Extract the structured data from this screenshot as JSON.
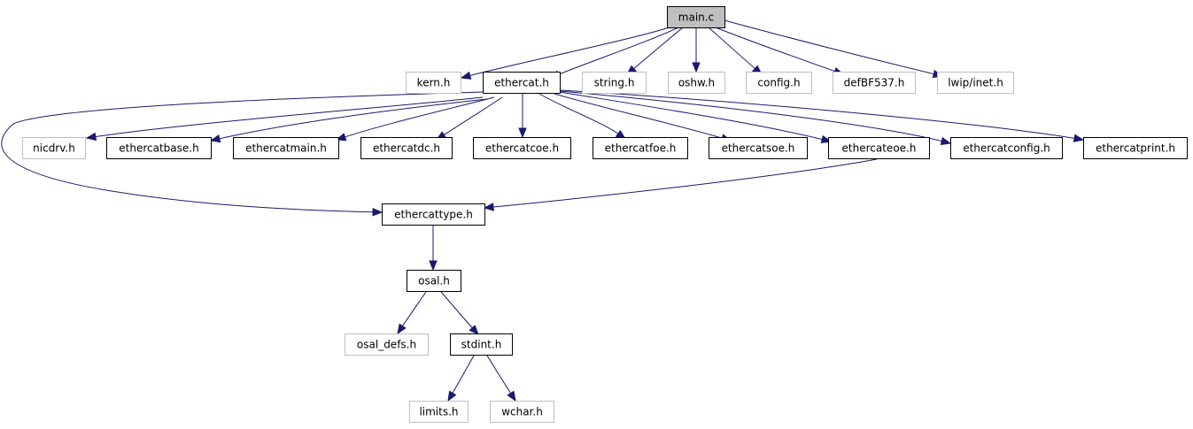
{
  "diagram": {
    "edge_color": "#191970",
    "root_fill": "#bfbfbf",
    "documented_border": "#000000",
    "external_border": "#bfbfbf",
    "nodes": [
      {
        "id": "main",
        "label": "main.c",
        "kind": "root"
      },
      {
        "id": "kern",
        "label": "kern.h",
        "kind": "external"
      },
      {
        "id": "ecat",
        "label": "ethercat.h",
        "kind": "documented"
      },
      {
        "id": "str",
        "label": "string.h",
        "kind": "external"
      },
      {
        "id": "oshw",
        "label": "oshw.h",
        "kind": "external"
      },
      {
        "id": "cfg",
        "label": "config.h",
        "kind": "external"
      },
      {
        "id": "bf",
        "label": "defBF537.h",
        "kind": "external"
      },
      {
        "id": "inet",
        "label": "lwip/inet.h",
        "kind": "external"
      },
      {
        "id": "nic",
        "label": "nicdrv.h",
        "kind": "external"
      },
      {
        "id": "base",
        "label": "ethercatbase.h",
        "kind": "documented"
      },
      {
        "id": "emain",
        "label": "ethercatmain.h",
        "kind": "documented"
      },
      {
        "id": "dc",
        "label": "ethercatdc.h",
        "kind": "documented"
      },
      {
        "id": "coe",
        "label": "ethercatcoe.h",
        "kind": "documented"
      },
      {
        "id": "foe",
        "label": "ethercatfoe.h",
        "kind": "documented"
      },
      {
        "id": "soe",
        "label": "ethercatsoe.h",
        "kind": "documented"
      },
      {
        "id": "eoe",
        "label": "ethercateoe.h",
        "kind": "documented"
      },
      {
        "id": "conf",
        "label": "ethercatconfig.h",
        "kind": "documented"
      },
      {
        "id": "print",
        "label": "ethercatprint.h",
        "kind": "documented"
      },
      {
        "id": "type",
        "label": "ethercattype.h",
        "kind": "documented"
      },
      {
        "id": "osal",
        "label": "osal.h",
        "kind": "documented"
      },
      {
        "id": "odefs",
        "label": "osal_defs.h",
        "kind": "external"
      },
      {
        "id": "stdint",
        "label": "stdint.h",
        "kind": "documented"
      },
      {
        "id": "lim",
        "label": "limits.h",
        "kind": "external"
      },
      {
        "id": "wchar",
        "label": "wchar.h",
        "kind": "external"
      }
    ],
    "edges": [
      {
        "from": "main",
        "to": "kern"
      },
      {
        "from": "main",
        "to": "ecat"
      },
      {
        "from": "main",
        "to": "str"
      },
      {
        "from": "main",
        "to": "oshw"
      },
      {
        "from": "main",
        "to": "cfg"
      },
      {
        "from": "main",
        "to": "bf"
      },
      {
        "from": "main",
        "to": "inet"
      },
      {
        "from": "ecat",
        "to": "nic"
      },
      {
        "from": "ecat",
        "to": "base"
      },
      {
        "from": "ecat",
        "to": "emain"
      },
      {
        "from": "ecat",
        "to": "dc"
      },
      {
        "from": "ecat",
        "to": "coe"
      },
      {
        "from": "ecat",
        "to": "foe"
      },
      {
        "from": "ecat",
        "to": "soe"
      },
      {
        "from": "ecat",
        "to": "eoe"
      },
      {
        "from": "ecat",
        "to": "conf"
      },
      {
        "from": "ecat",
        "to": "print"
      },
      {
        "from": "ecat",
        "to": "type"
      },
      {
        "from": "eoe",
        "to": "type"
      },
      {
        "from": "type",
        "to": "osal"
      },
      {
        "from": "osal",
        "to": "odefs"
      },
      {
        "from": "osal",
        "to": "stdint"
      },
      {
        "from": "stdint",
        "to": "lim"
      },
      {
        "from": "stdint",
        "to": "wchar"
      }
    ]
  }
}
